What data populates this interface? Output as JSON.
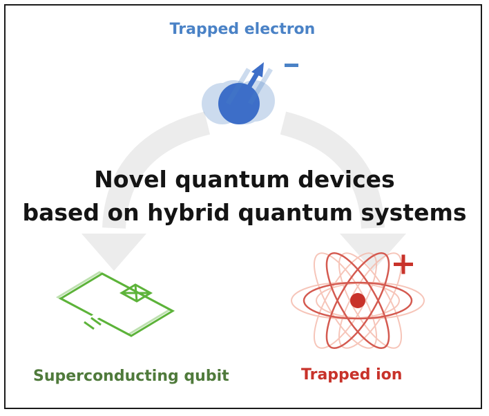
{
  "title_line1": "Novel quantum devices",
  "title_line2": "based on hybrid quantum systems",
  "nodes": {
    "electron": {
      "label": "Trapped electron",
      "charge": "−",
      "color": "#4a82c6"
    },
    "superconducting": {
      "label": "Superconducting qubit",
      "color": "#4f7a3b",
      "circuit_color": "#5db33a"
    },
    "ion": {
      "label": "Trapped ion",
      "charge": "+",
      "color": "#c8322a"
    }
  },
  "colors": {
    "arrow": "#eeeeee",
    "border": "#1a1a1a",
    "text": "#141414"
  }
}
